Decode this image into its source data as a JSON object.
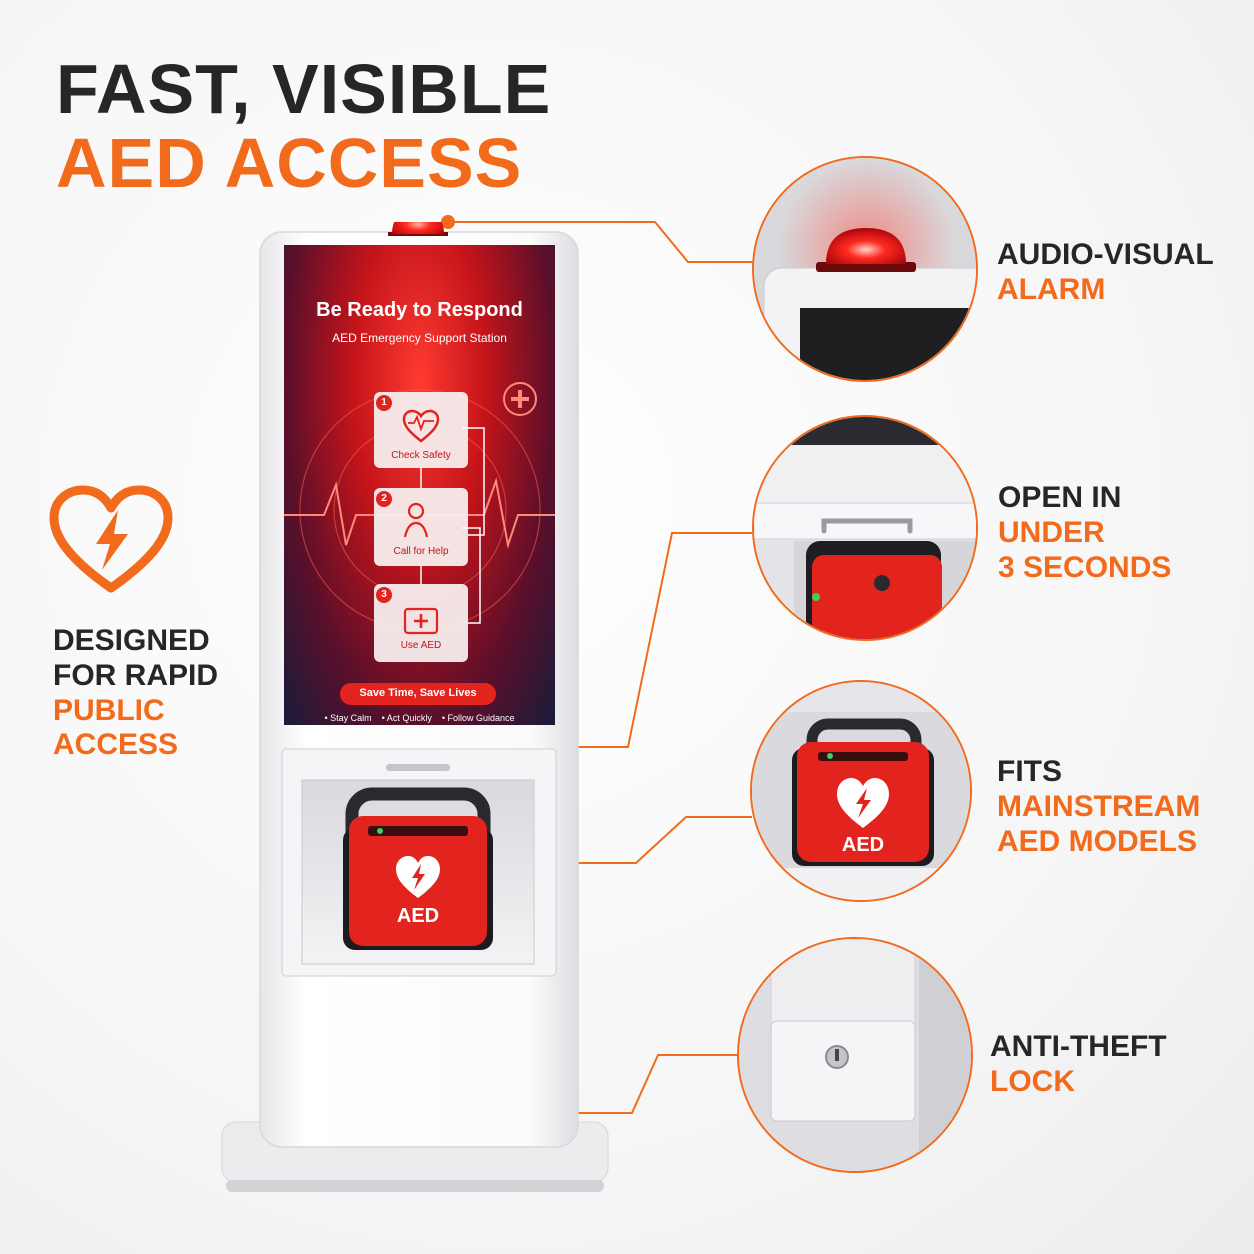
{
  "headline": {
    "line1": "FAST, VISIBLE",
    "line2": "AED ACCESS"
  },
  "left_feature": {
    "line1": "DESIGNED",
    "line2": "FOR RAPID",
    "line3": "PUBLIC",
    "line4": "ACCESS"
  },
  "features": [
    {
      "dark": "AUDIO-VISUAL",
      "accent1": "ALARM",
      "accent2": ""
    },
    {
      "dark": "OPEN IN",
      "accent1": "UNDER",
      "accent2": "3 SECONDS"
    },
    {
      "dark": "FITS",
      "accent1": "MAINSTREAM",
      "accent2": "AED MODELS"
    },
    {
      "dark": "ANTI-THEFT",
      "accent1": "LOCK",
      "accent2": ""
    }
  ],
  "screen": {
    "title": "Be Ready to Respond",
    "subtitle": "AED Emergency Support Station",
    "steps": [
      {
        "num": "1",
        "label": "Check Safety"
      },
      {
        "num": "2",
        "label": "Call for Help"
      },
      {
        "num": "3",
        "label": "Use AED"
      }
    ],
    "cta": "Save Time, Save Lives",
    "tips": [
      "• Stay Calm",
      "• Act Quickly",
      "• Follow Guidance"
    ]
  },
  "aed_label": "AED",
  "colors": {
    "accent": "#f26a1b",
    "dark": "#262626",
    "alarm_red": "#e5151b",
    "aed_red": "#e3241e"
  },
  "icons": {
    "left_badge": "heart-bolt-icon",
    "aed_logo": "heart-bolt-icon",
    "screen_plus": "medical-cross-icon"
  }
}
